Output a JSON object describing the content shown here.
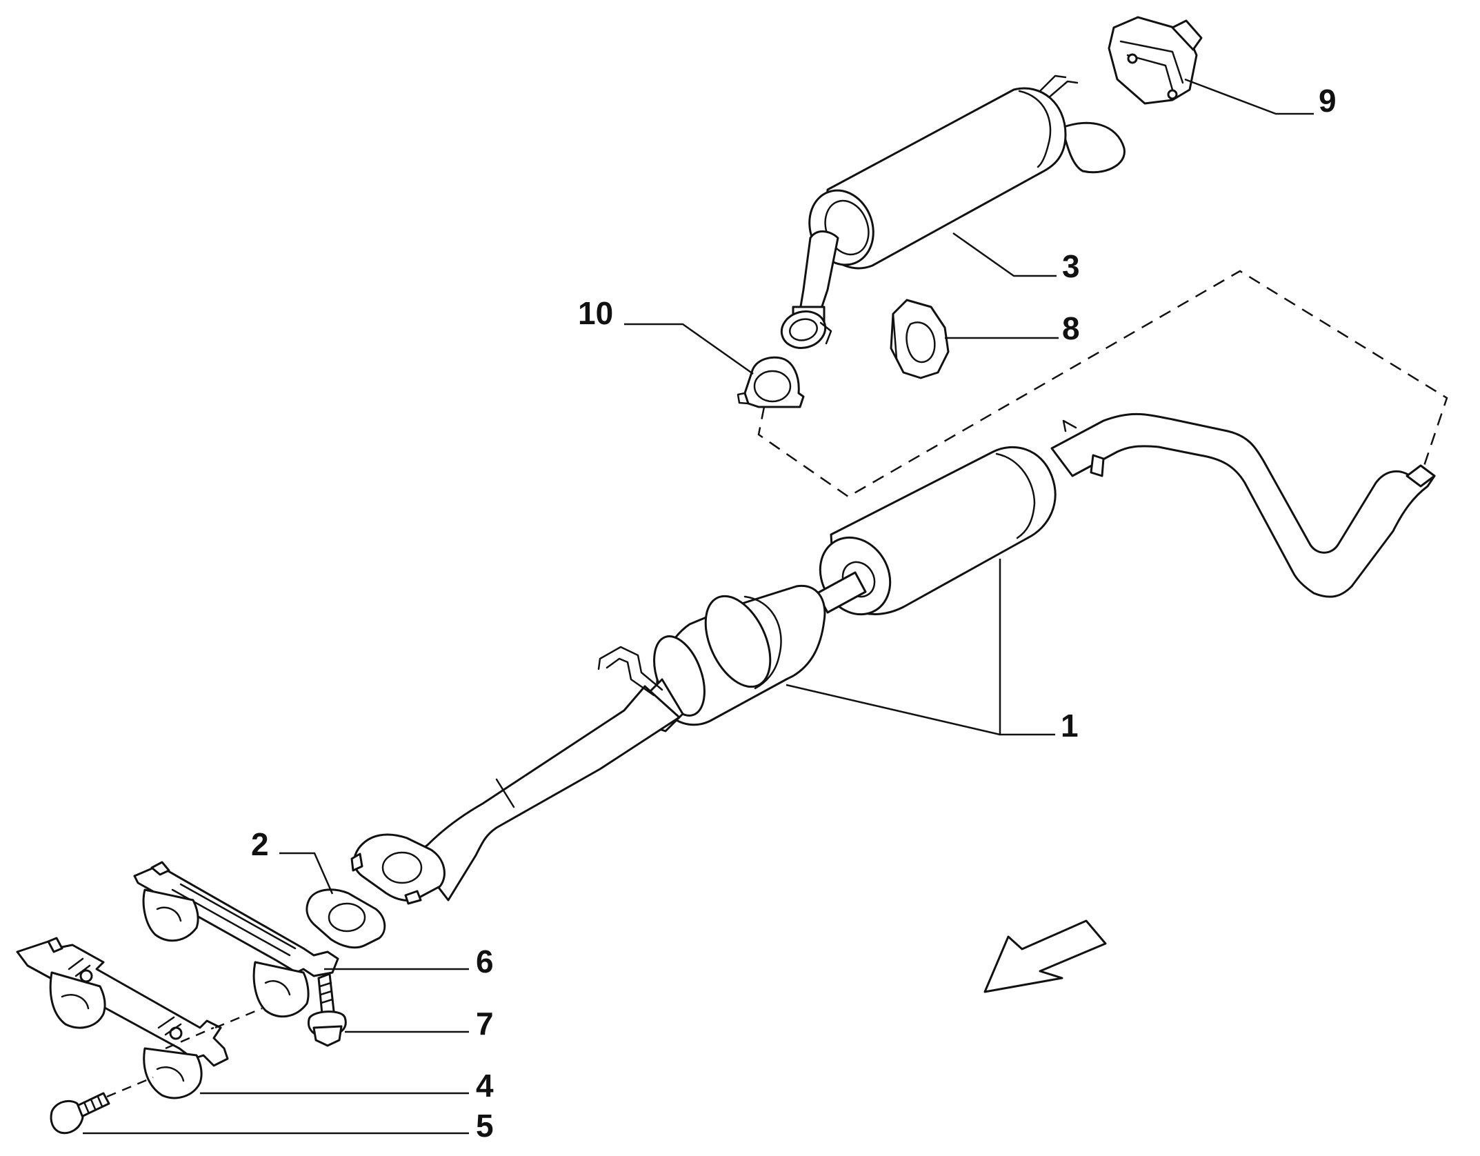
{
  "callouts": [
    {
      "id": "1",
      "label": "1"
    },
    {
      "id": "2",
      "label": "2"
    },
    {
      "id": "3",
      "label": "3"
    },
    {
      "id": "4",
      "label": "4"
    },
    {
      "id": "5",
      "label": "5"
    },
    {
      "id": "6",
      "label": "6"
    },
    {
      "id": "7",
      "label": "7"
    },
    {
      "id": "8",
      "label": "8"
    },
    {
      "id": "9",
      "label": "9"
    },
    {
      "id": "10",
      "label": "10"
    }
  ],
  "icons": {
    "direction": "forward-arrow-icon"
  },
  "colors": {
    "ink": "#111111",
    "paper": "#ffffff"
  }
}
